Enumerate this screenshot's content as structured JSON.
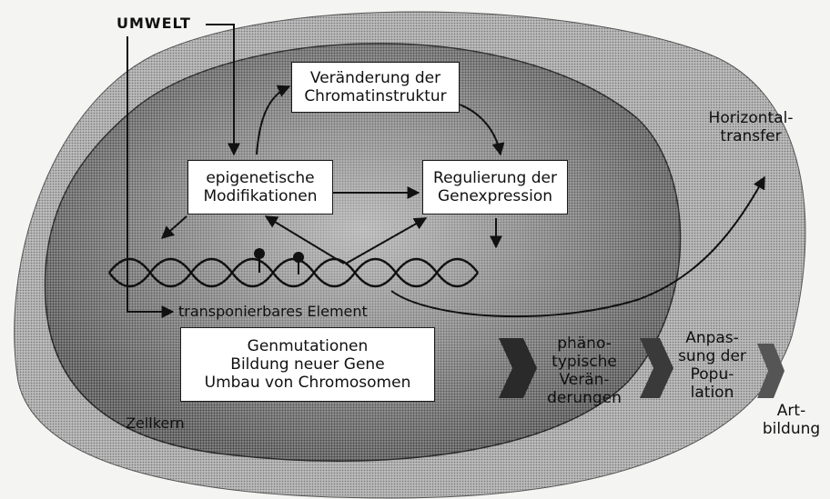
{
  "labels": {
    "umwelt": "UMWELT",
    "chromatin": [
      "Veränderung der",
      "Chromatinstruktur"
    ],
    "epigenetic": [
      "epigenetische",
      "Modifikationen"
    ],
    "regulation": [
      "Regulierung der",
      "Genexpression"
    ],
    "horizontal": [
      "Horizontal-",
      "transfer"
    ],
    "transposable": "transponierbares Element",
    "mutations": [
      "Genmutationen",
      "Bildung neuer Gene",
      "Umbau von Chromosomen"
    ],
    "nucleus": "Zellkern",
    "phenotypic": [
      "phäno-",
      "typische",
      "Verän-",
      "derungen"
    ],
    "adaptation": [
      "Anpas-",
      "sung der",
      "Popu-",
      "lation"
    ],
    "speciation": [
      "Art-",
      "bildung"
    ]
  },
  "colors": {
    "ink": "#111111",
    "box": "#ffffff",
    "nucleus": "#8c8c8c",
    "cell": "#cfcfcf"
  }
}
